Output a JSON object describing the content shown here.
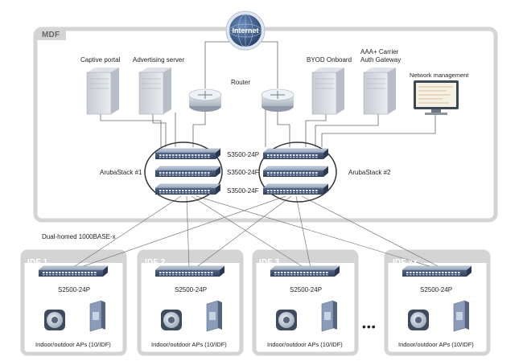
{
  "internet": {
    "label": "Internet"
  },
  "mdf": {
    "title": "MDF",
    "captive_portal": "Captive portal",
    "advertising_server": "Advertising server",
    "router": "Router",
    "byod_onboard": "BYOD Onboard",
    "aaa_line1": "AAA+ Carrier",
    "aaa_line2": "Auth Gateway",
    "network_management": "Network management",
    "stack1_label": "ArubaStack #1",
    "stack2_label": "ArubaStack #2",
    "switch_labels": [
      "S3500-24P",
      "S3500-24F",
      "S3500-24F"
    ]
  },
  "uplink_label": "Dual-homed 1000BASE-x",
  "idfs": [
    {
      "title": "IDF 1",
      "switch": "S2500-24P",
      "aps": "Indoor/outdoor APs (10/IDF)"
    },
    {
      "title": "IDF 2",
      "switch": "S2500-24P",
      "aps": "Indoor/outdoor APs (10/IDF)"
    },
    {
      "title": "IDF 3",
      "switch": "S2500-24P",
      "aps": "Indoor/outdoor APs (10/IDF)"
    },
    {
      "title": "IDF xx",
      "switch": "S2500-24P",
      "aps": "Indoor/outdoor APs (10/IDF)"
    }
  ],
  "ellipsis": "•••",
  "colors": {
    "zone_border": "#d0d0d0",
    "zone_fill": "#f4f4f4",
    "switch": "#5a6e8c",
    "link": "#666666",
    "globe": "#2f4d77"
  }
}
